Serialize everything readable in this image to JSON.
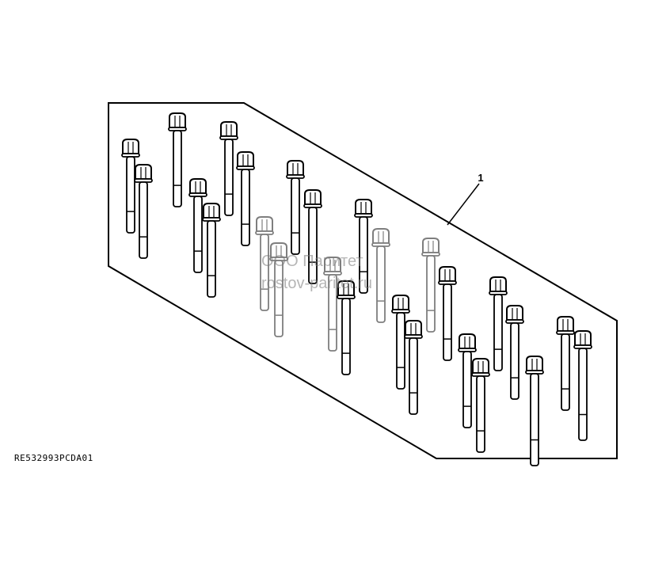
{
  "diagram": {
    "callout_label": "1",
    "reference_code": "RE532993PCDA01",
    "bolt_count": 26
  },
  "watermark": {
    "line1": "ООО Паритет",
    "line2": "rostov-paritet.ru"
  },
  "colors": {
    "line": "#000000",
    "background": "#ffffff",
    "watermark": "#8a8a8a"
  }
}
